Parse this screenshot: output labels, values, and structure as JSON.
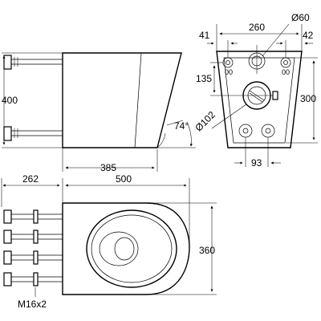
{
  "drawing": {
    "side_view": {
      "height_dim": "400",
      "depth_dim": "385",
      "angle_dim": "74°"
    },
    "rear_view": {
      "top_width_dim": "260",
      "left_offset_dim": "41",
      "right_offset_dim": "42",
      "small_hole_dia": "Ø60",
      "inlet_height_dim": "135",
      "large_hole_dia": "Ø102",
      "right_height_dim": "300",
      "bolt_spacing_dim": "93",
      "hole_label_left": "00",
      "hole_label_right": "00"
    },
    "top_view": {
      "rear_dim": "262",
      "length_dim": "500",
      "width_dim": "360",
      "bolt_label": "M16x2"
    }
  }
}
